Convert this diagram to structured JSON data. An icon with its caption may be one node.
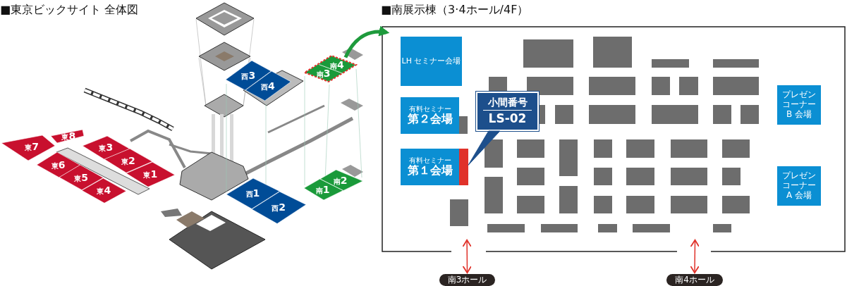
{
  "diagram": {
    "nodes": [
      {
        "text": [
          "東7"
        ]
      },
      {
        "text": [
          "東8"
        ]
      },
      {
        "text": [
          "東3"
        ]
      },
      {
        "text": [
          "東2"
        ]
      },
      {
        "text": [
          "東1"
        ]
      },
      {
        "text": [
          "東6"
        ]
      },
      {
        "text": [
          "東5"
        ]
      },
      {
        "text": [
          "東4"
        ]
      },
      {
        "text": [
          "西3"
        ]
      },
      {
        "text": [
          "西4"
        ]
      },
      {
        "text": [
          "南3"
        ]
      },
      {
        "text": [
          "南4"
        ]
      },
      {
        "text": [
          "西1"
        ]
      },
      {
        "text": [
          "西2"
        ]
      },
      {
        "text": [
          "南1"
        ]
      },
      {
        "text": [
          "南2"
        ]
      },
      {
        "text": [
          "■南展示棟（3·4ホール/4F）"
        ]
      },
      {
        "text": [
          "LH セミナー会場"
        ],
        "in": 16
      },
      {
        "text": [
          "有料セミナー",
          "第２会場"
        ],
        "in": 16
      },
      {
        "text": [
          "有料セミナー",
          "第１会場"
        ],
        "in": 16
      },
      {
        "text": [
          "小間番号",
          "LS-02"
        ],
        "in": 16
      },
      {
        "text": [],
        "shape": "box",
        "in": 16
      },
      {
        "text": [
          "プレゼンコーナーB 会場"
        ],
        "in": 16
      },
      {
        "text": [
          "プレゼンコーナーA 会場"
        ],
        "in": 16
      },
      {
        "text": [
          "南3ホール"
        ]
      },
      {
        "text": [
          "南4ホール"
        ]
      }
    ],
    "edges": [
      {
        "from": 11,
        "to": 16,
        "arrow": "to",
        "style": "thick",
        "color": "#1e9a3c"
      },
      {
        "from": 20,
        "to": 21,
        "arrow": "none",
        "color": "#1d4f8c"
      },
      {
        "from": 16,
        "to": 24,
        "arrow": "both",
        "color": "#e0322a"
      },
      {
        "from": 16,
        "to": 25,
        "arrow": "both",
        "color": "#e0322a"
      }
    ],
    "labels": [
      "■東京ビックサイト 全体図"
    ]
  }
}
